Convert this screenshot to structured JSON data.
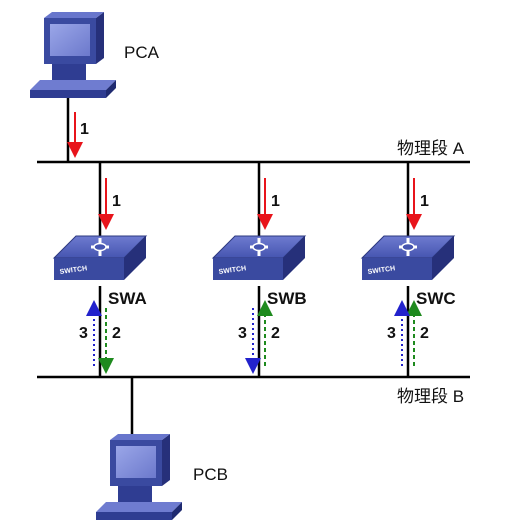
{
  "pcs": {
    "pca": {
      "label": "PCA"
    },
    "pcb": {
      "label": "PCB"
    }
  },
  "segments": {
    "a": {
      "label": "物理段  A"
    },
    "b": {
      "label": "物理段  B"
    }
  },
  "switches": [
    {
      "name": "SWA",
      "badge": "SWITCH",
      "step1": "1",
      "step2": "2",
      "step3": "3",
      "green_direction": "down",
      "blue_direction": "up"
    },
    {
      "name": "SWB",
      "badge": "SWITCH",
      "step1": "1",
      "step2": "2",
      "step3": "3",
      "green_direction": "up",
      "blue_direction": "down"
    },
    {
      "name": "SWC",
      "badge": "SWITCH",
      "step1": "1",
      "step2": "2",
      "step3": "3",
      "green_direction": "up",
      "blue_direction": "up"
    }
  ],
  "pca_step": "1",
  "colors": {
    "arrow_step1": "#e8141b",
    "arrow_step2": "#1e8a1e",
    "arrow_step3": "#2222cc",
    "device_blue": "#3a4aa0",
    "device_light": "#8f9ad8",
    "line": "#000000"
  }
}
